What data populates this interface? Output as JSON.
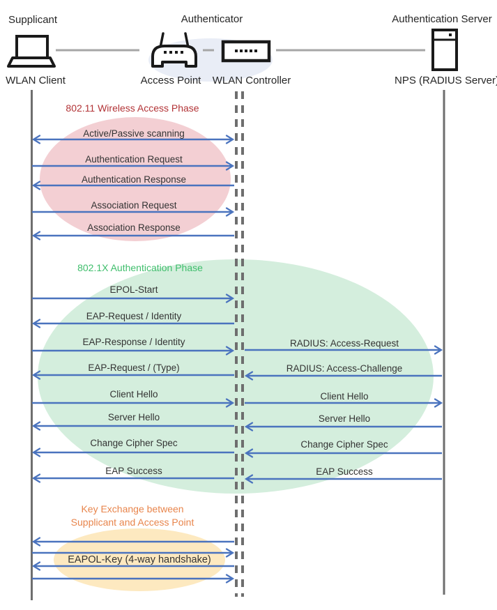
{
  "header": {
    "roles": [
      {
        "label": "Supplicant"
      },
      {
        "label": "Authenticator"
      },
      {
        "label": "Authentication Server"
      }
    ],
    "devices": [
      {
        "label": "WLAN Client",
        "icon": "laptop-icon"
      },
      {
        "label": "Access Point",
        "icon": "access-point-icon"
      },
      {
        "label": "WLAN Controller",
        "icon": "wlan-controller-icon"
      },
      {
        "label": "NPS (RADIUS Server)",
        "icon": "server-icon"
      }
    ]
  },
  "phases": [
    {
      "title": "802.11 Wireless Access Phase",
      "title_color": "#B23336",
      "fill": "#F3CFD3"
    },
    {
      "title": "802.1X Authentication Phase",
      "title_color": "#3FBE6C",
      "fill": "#D4EEDD"
    },
    {
      "title_line1": "Key Exchange between",
      "title_line2": "Supplicant and Access Point",
      "title_color": "#E8854C",
      "fill": "#FDE9C0"
    }
  ],
  "messages_client_ap": [
    {
      "label": "Active/Passive scanning",
      "direction": "both"
    },
    {
      "label": "Authentication Request",
      "direction": "right"
    },
    {
      "label": "Authentication Response",
      "direction": "left"
    },
    {
      "label": "Association Request",
      "direction": "right"
    },
    {
      "label": "Association Response",
      "direction": "left"
    },
    {
      "label": "EPOL-Start",
      "direction": "right"
    },
    {
      "label": "EAP-Request / Identity",
      "direction": "left"
    },
    {
      "label": "EAP-Response / Identity",
      "direction": "right"
    },
    {
      "label": "EAP-Request / (Type)",
      "direction": "left"
    },
    {
      "label": "Client Hello",
      "direction": "right"
    },
    {
      "label": "Server Hello",
      "direction": "left"
    },
    {
      "label": "Change Cipher Spec",
      "direction": "left"
    },
    {
      "label": "EAP Success",
      "direction": "left"
    }
  ],
  "messages_controller_server": [
    {
      "label": "RADIUS: Access-Request",
      "direction": "right"
    },
    {
      "label": "RADIUS: Access-Challenge",
      "direction": "left"
    },
    {
      "label": "Client Hello",
      "direction": "right"
    },
    {
      "label": "Server Hello",
      "direction": "left"
    },
    {
      "label": "Change Cipher Spec",
      "direction": "left"
    },
    {
      "label": "EAP Success",
      "direction": "left"
    }
  ],
  "key_exchange": {
    "label": "EAPOL-Key (4-way handshake)",
    "arrow_directions": [
      "left",
      "right",
      "left",
      "right"
    ]
  },
  "colors": {
    "arrow": "#4A73BE",
    "lifeline": "#6E6E6E",
    "device_link": "#A6A6A6",
    "authenticator_ellipse": "#E9EDF6",
    "icon_stroke": "#1A1A1A",
    "message_text": "#333333"
  }
}
